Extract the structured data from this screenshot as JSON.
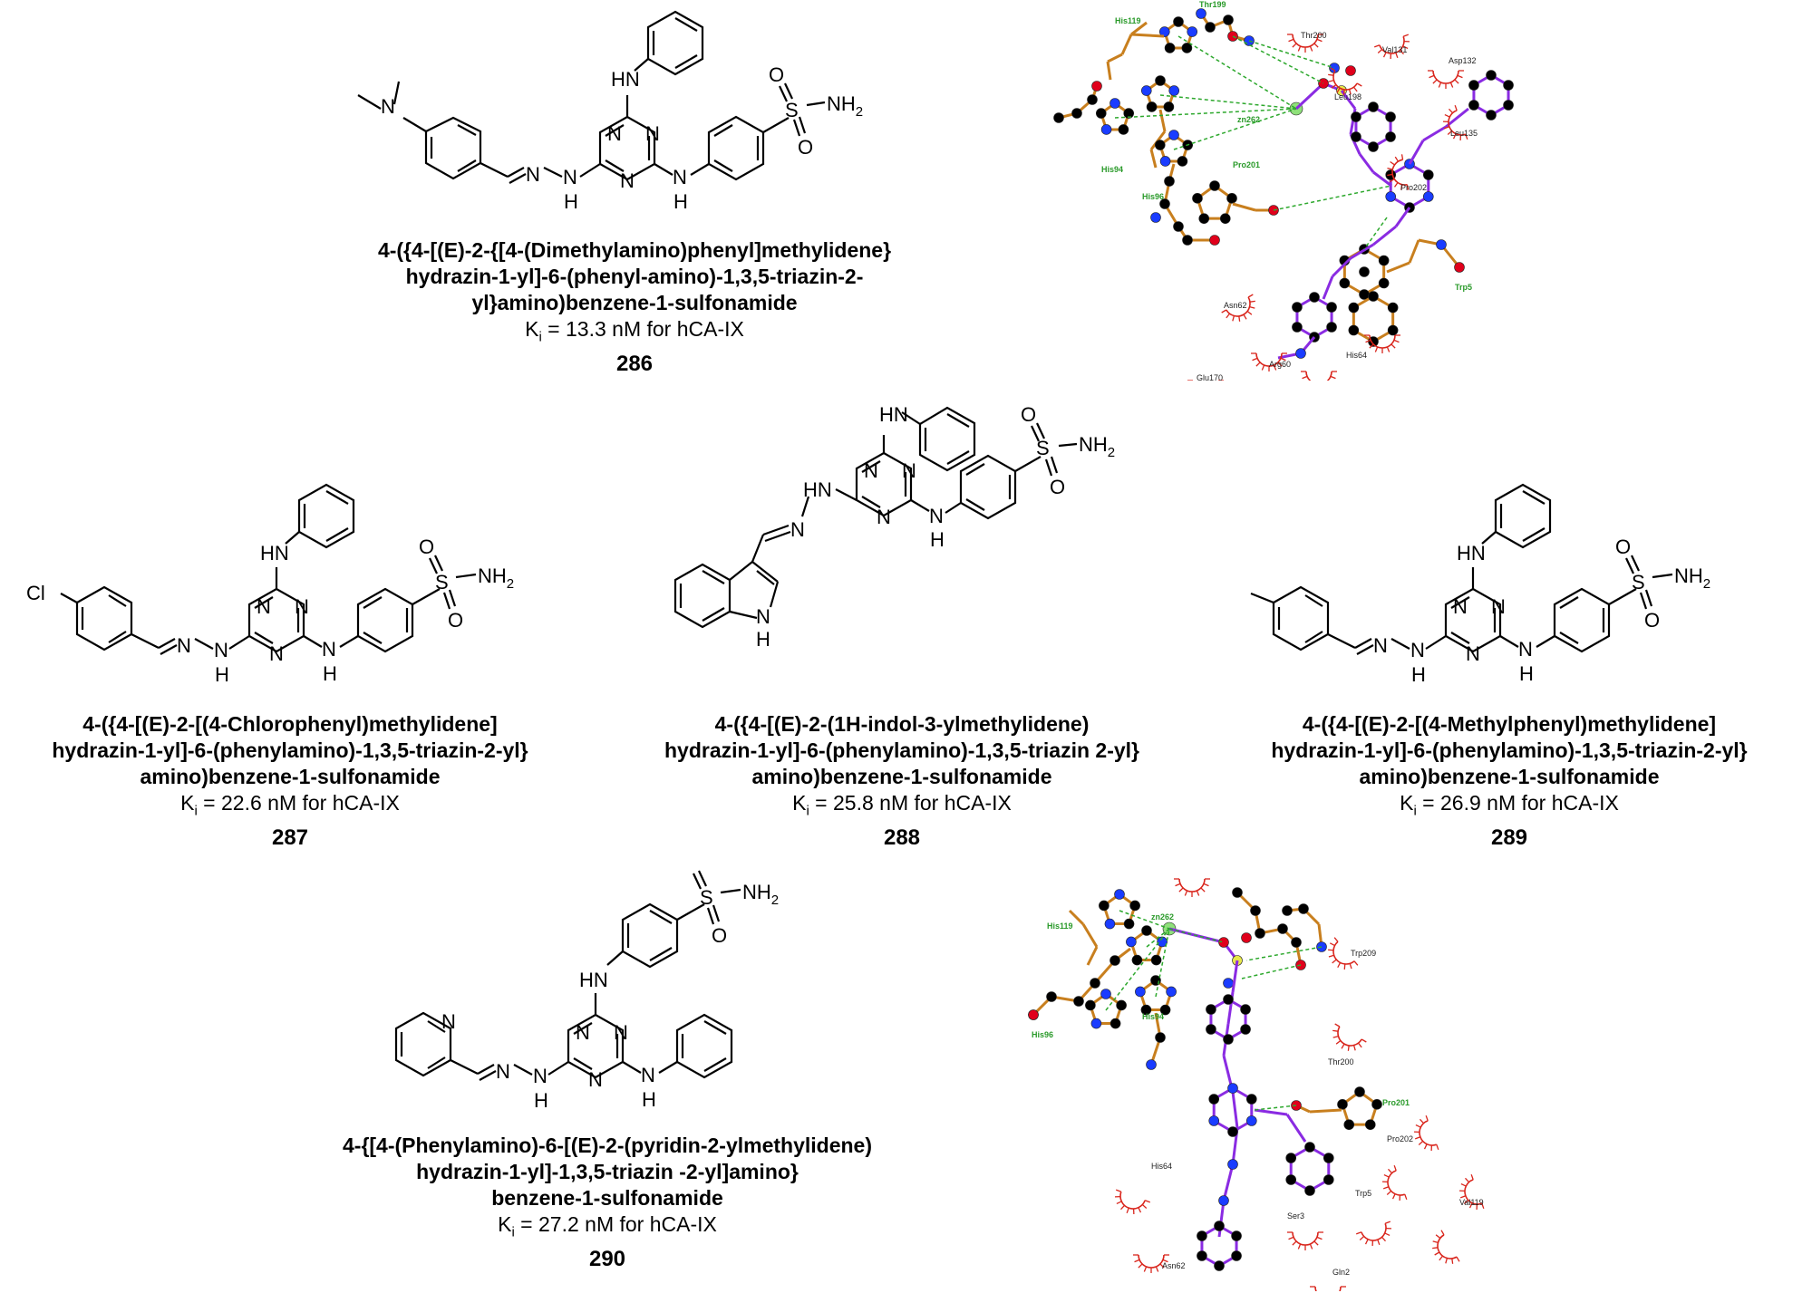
{
  "compounds": [
    {
      "id": "286",
      "name_lines": [
        "4-({4-[(E)-2-{[4-(Dimethylamino)phenyl]methylidene}",
        "hydrazin-1-yl]-6-(phenyl-amino)-1,3,5-triazin-2-",
        "yl}amino)benzene-1-sulfonamide"
      ],
      "ki_label": "K",
      "ki_sub": "i",
      "ki_text": " = 13.3 nM for hCA-IX",
      "substituent": "N"
    },
    {
      "id": "287",
      "name_lines": [
        "4-({4-[(E)-2-[(4-Chlorophenyl)methylidene]",
        "hydrazin-1-yl]-6-(phenylamino)-1,3,5-triazin-2-yl}",
        "amino)benzene-1-sulfonamide"
      ],
      "ki_label": "K",
      "ki_sub": "i",
      "ki_text": " = 22.6 nM for hCA-IX",
      "substituent": "Cl"
    },
    {
      "id": "288",
      "name_lines": [
        "4-({4-[(E)-2-(1H-indol-3-ylmethylidene)",
        "hydrazin-1-yl]-6-(phenylamino)-1,3,5-triazin 2-yl}",
        "amino)benzene-1-sulfonamide"
      ],
      "ki_label": "K",
      "ki_sub": "i",
      "ki_text": " = 25.8 nM for hCA-IX",
      "substituent": "H"
    },
    {
      "id": "289",
      "name_lines": [
        "4-({4-[(E)-2-[(4-Methylphenyl)methylidene]",
        "hydrazin-1-yl]-6-(phenylamino)-1,3,5-triazin-2-yl}",
        "amino)benzene-1-sulfonamide"
      ],
      "ki_label": "K",
      "ki_sub": "i",
      "ki_text": " = 26.9 nM for hCA-IX",
      "substituent": ""
    },
    {
      "id": "290",
      "name_lines": [
        "4-{[4-(Phenylamino)-6-[(E)-2-(pyridin-2-ylmethylidene)",
        "hydrazin-1-yl]-1,3,5-triazin -2-yl]amino}",
        "benzene-1-sulfonamide"
      ],
      "ki_label": "K",
      "ki_sub": "i",
      "ki_text": " = 27.2 nM for hCA-IX",
      "substituent": "N"
    }
  ],
  "atom_labels": {
    "N": "N",
    "H": "H",
    "HN": "HN",
    "S": "S",
    "O": "O",
    "NH2": "NH",
    "NH2_sub": "2",
    "HN_N": "HN"
  },
  "docking_panel_1": {
    "residues": [
      "His119",
      "Thr199",
      "Thr200",
      "Val131",
      "Asp132",
      "Leu198",
      "Leu135",
      "His94",
      "zn262",
      "Pro201",
      "Pro202",
      "His96",
      "Trp5",
      "Asn62",
      "Glu170",
      "Arg60",
      "His64"
    ]
  },
  "docking_panel_2": {
    "residues": [
      "zn262",
      "His119",
      "Trp209",
      "Thr200",
      "His96",
      "His94",
      "Pro201",
      "Pro202",
      "His64",
      "Trp5",
      "Ser3",
      "Val119",
      "Asn62",
      "Gln2"
    ]
  },
  "colors": {
    "ligand_bond": "#8a2be2",
    "residue_bond": "#c87f1e",
    "carbon": "#000000",
    "nitrogen": "#1a3cff",
    "oxygen": "#e0001b",
    "sulfur": "#e8e84a",
    "zinc": "#8fe07a",
    "hbond": "#2da82d",
    "hydrophobic": "#d9251c",
    "residue_label_hbond": "#2a9a2a"
  }
}
